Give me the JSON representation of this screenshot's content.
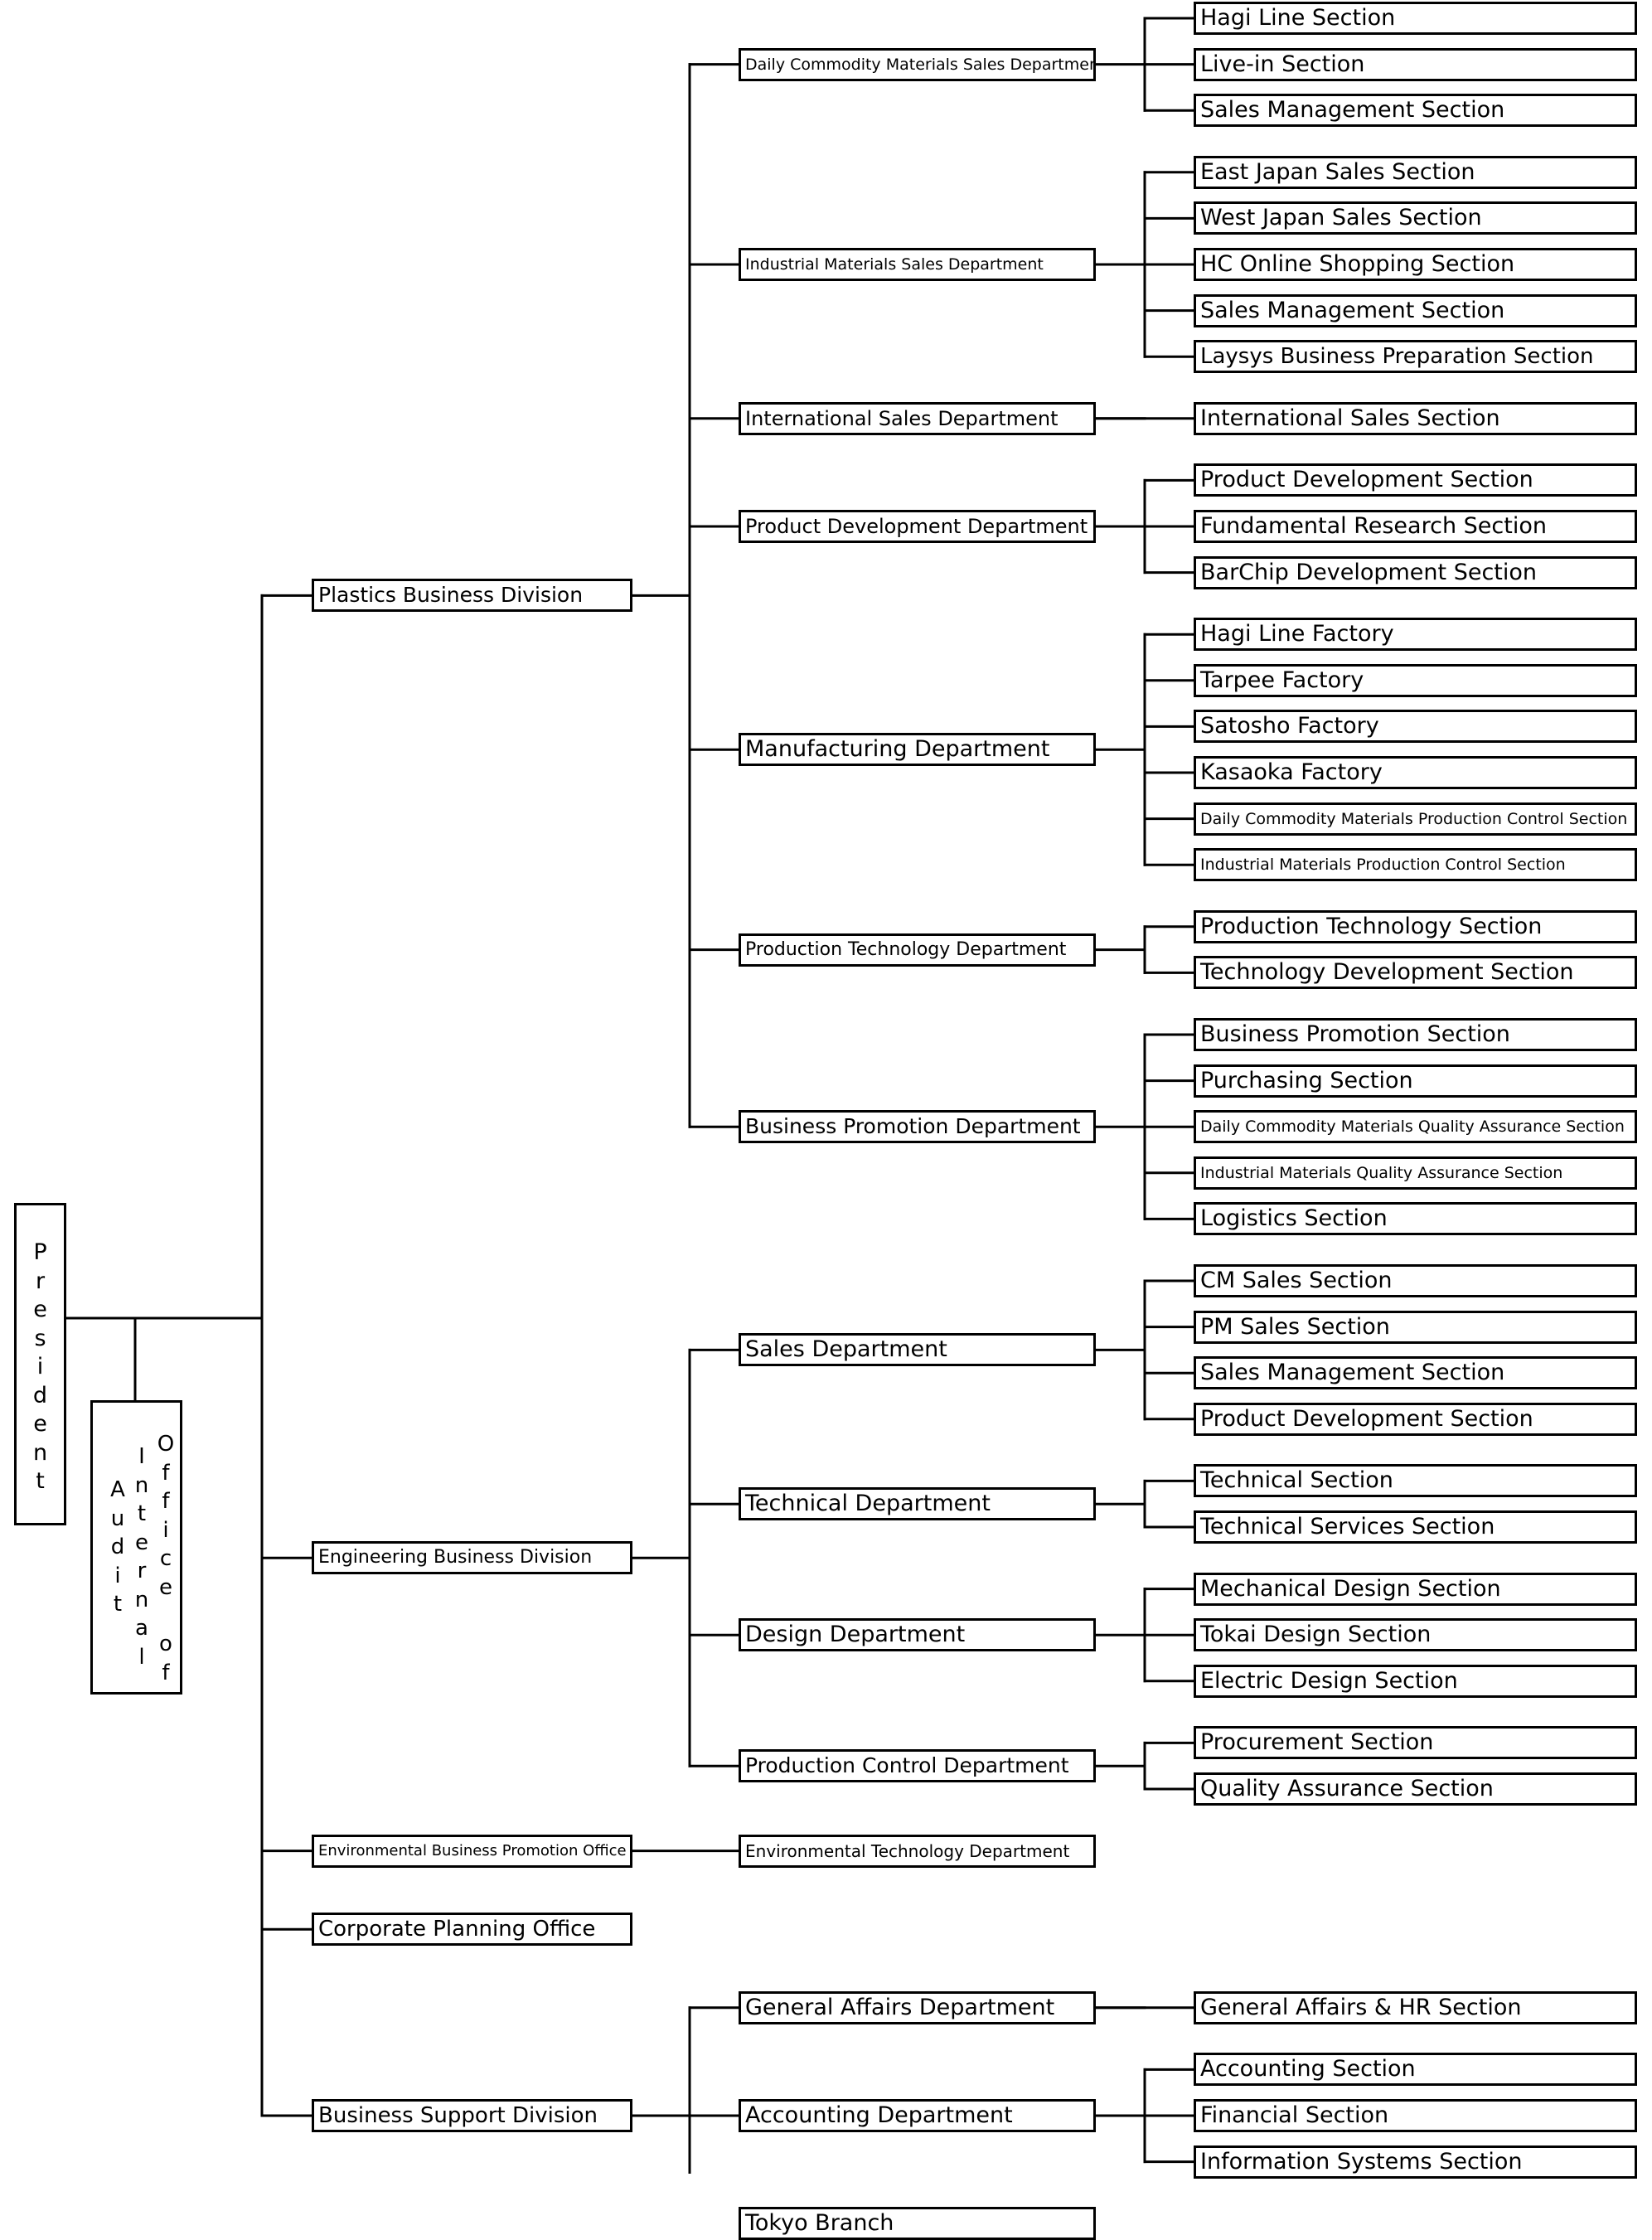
{
  "president": {
    "label": "President"
  },
  "audit_office": {
    "lines": [
      "Office of",
      "Internal",
      "Audit"
    ]
  },
  "divisions": [
    {
      "label": "Plastics Business Division",
      "departments": [
        {
          "label": "Daily Commodity Materials Sales Department",
          "sections": [
            "Hagi Line Section",
            "Live-in Section",
            "Sales Management Section"
          ]
        },
        {
          "label": "Industrial Materials Sales Department",
          "sections": [
            "East Japan Sales Section",
            "West Japan Sales Section",
            "HC Online Shopping Section",
            "Sales Management Section",
            "Laysys Business Preparation Section"
          ]
        },
        {
          "label": "International Sales Department",
          "sections": [
            "International Sales Section"
          ]
        },
        {
          "label": "Product Development Department",
          "sections": [
            "Product Development Section",
            "Fundamental Research Section",
            "BarChip Development Section"
          ]
        },
        {
          "label": "Manufacturing Department",
          "sections": [
            "Hagi Line Factory",
            "Tarpee Factory",
            "Satosho Factory",
            "Kasaoka Factory",
            "Daily Commodity Materials Production Control Section",
            "Industrial Materials Production Control Section"
          ]
        },
        {
          "label": "Production Technology Department",
          "sections": [
            "Production Technology Section",
            "Technology Development Section"
          ]
        },
        {
          "label": "Business Promotion Department",
          "sections": [
            "Business Promotion Section",
            "Purchasing Section",
            "Daily Commodity Materials Quality Assurance Section",
            "Industrial Materials Quality Assurance Section",
            "Logistics Section"
          ]
        }
      ]
    },
    {
      "label": "Engineering Business Division",
      "departments": [
        {
          "label": "Sales Department",
          "sections": [
            "CM Sales Section",
            "PM Sales Section",
            "Sales Management Section",
            "Product Development Section"
          ]
        },
        {
          "label": "Technical Department",
          "sections": [
            "Technical Section",
            "Technical Services Section"
          ]
        },
        {
          "label": "Design Department",
          "sections": [
            "Mechanical Design Section",
            "Tokai Design Section",
            "Electric Design Section"
          ]
        },
        {
          "label": "Production Control Department",
          "sections": [
            "Procurement Section",
            "Quality Assurance Section"
          ]
        }
      ]
    },
    {
      "label": "Environmental Business Promotion Office",
      "departments": [
        {
          "label": "Environmental Technology Department",
          "sections": []
        }
      ]
    },
    {
      "label": "Corporate Planning Office",
      "departments": []
    },
    {
      "label": "Business Support Division",
      "departments": [
        {
          "label": "General Affairs Department",
          "sections": [
            "General Affairs & HR Section"
          ]
        },
        {
          "label": "Accounting Department",
          "sections": [
            "Accounting Section",
            "Financial Section",
            "Information Systems Section"
          ]
        },
        {
          "label": "Tokyo Branch",
          "sections": []
        }
      ]
    }
  ]
}
